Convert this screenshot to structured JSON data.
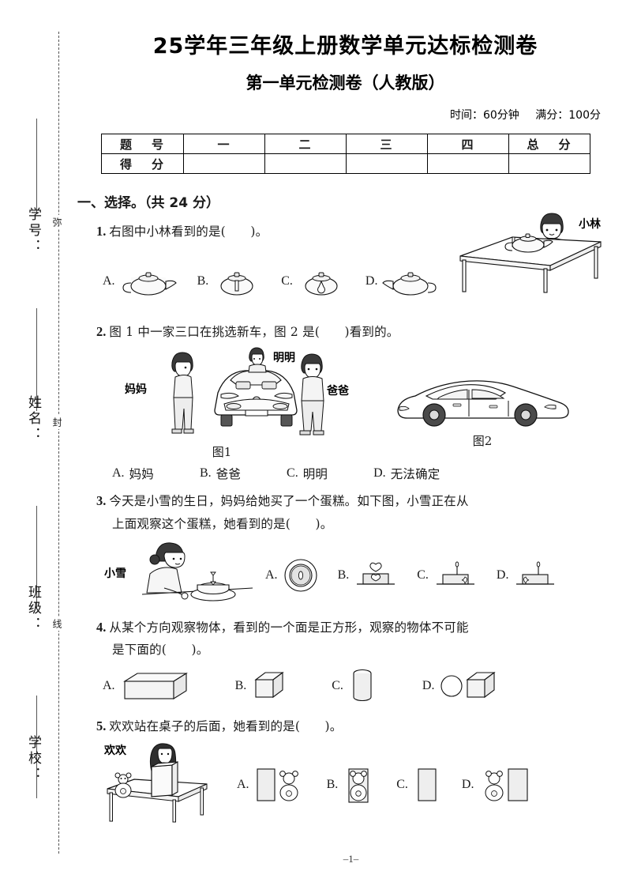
{
  "seal": {
    "fields": [
      "学号：",
      "姓名：",
      "班级：",
      "学校："
    ],
    "words": [
      "弥",
      "封",
      "线"
    ]
  },
  "header": {
    "title": "25学年三年级上册数学单元达标检测卷",
    "subtitle": "第一单元检测卷（人教版）",
    "time_label": "时间：60分钟",
    "score_label": "满分：100分"
  },
  "score_table": {
    "rows": [
      {
        "label": "题　号",
        "cells": [
          "一",
          "二",
          "三",
          "四",
          "总　分"
        ]
      },
      {
        "label": "得　分",
        "cells": [
          "",
          "",
          "",
          "",
          ""
        ]
      }
    ]
  },
  "section": {
    "heading": "一、选择。（共 24 分）"
  },
  "questions": [
    {
      "num": "1.",
      "text": "右图中小林看到的是(　　)。",
      "figure_name": "小林",
      "options": [
        {
          "label": "A.",
          "icon": "teapot-side-left"
        },
        {
          "label": "B.",
          "icon": "teapot-front"
        },
        {
          "label": "C.",
          "icon": "teapot-back"
        },
        {
          "label": "D.",
          "icon": "teapot-side-right"
        }
      ]
    },
    {
      "num": "2.",
      "text": "图 1 中一家三口在挑选新车，图 2 是(　　)看到的。",
      "fig1_caption": "图1",
      "fig2_caption": "图2",
      "people": [
        "妈妈",
        "明明",
        "爸爸"
      ],
      "options": [
        {
          "label": "A.",
          "text": "妈妈"
        },
        {
          "label": "B.",
          "text": "爸爸"
        },
        {
          "label": "C.",
          "text": "明明"
        },
        {
          "label": "D.",
          "text": "无法确定"
        }
      ]
    },
    {
      "num": "3.",
      "text_line1": "今天是小雪的生日，妈妈给她买了一个蛋糕。如下图，小雪正在从",
      "text_line2": "上面观察这个蛋糕，她看到的是(　　)。",
      "figure_name": "小雪",
      "options": [
        {
          "label": "A.",
          "icon": "cake-top-view"
        },
        {
          "label": "B.",
          "icon": "cake-side-heart"
        },
        {
          "label": "C.",
          "icon": "cake-side-candle-right"
        },
        {
          "label": "D.",
          "icon": "cake-side-candle-left"
        }
      ]
    },
    {
      "num": "4.",
      "text_line1": "从某个方向观察物体，看到的一个面是正方形，观察的物体不可能",
      "text_line2": "是下面的(　　)。",
      "options": [
        {
          "label": "A.",
          "icon": "cuboid"
        },
        {
          "label": "B.",
          "icon": "cube"
        },
        {
          "label": "C.",
          "icon": "cylinder"
        },
        {
          "label": "D.",
          "icon": "sphere-and-cube"
        }
      ]
    },
    {
      "num": "5.",
      "text": "欢欢站在桌子的后面，她看到的是(　　)。",
      "figure_name": "欢欢",
      "options": [
        {
          "label": "A.",
          "icon": "box-left-bear-right"
        },
        {
          "label": "B.",
          "icon": "bear-behind-box"
        },
        {
          "label": "C.",
          "icon": "box-only"
        },
        {
          "label": "D.",
          "icon": "bear-left-box-right"
        }
      ]
    }
  ],
  "footer": {
    "page": "–1–"
  }
}
